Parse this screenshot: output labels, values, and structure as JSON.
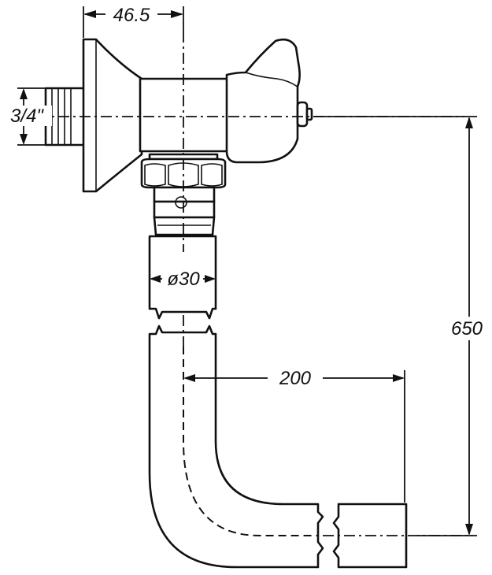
{
  "dimensions": {
    "offset_label": "46.5",
    "thread_label": "3/4\"",
    "pipe_diameter_label": "ø30",
    "outlet_length_label": "200",
    "overall_height_label": "650"
  }
}
